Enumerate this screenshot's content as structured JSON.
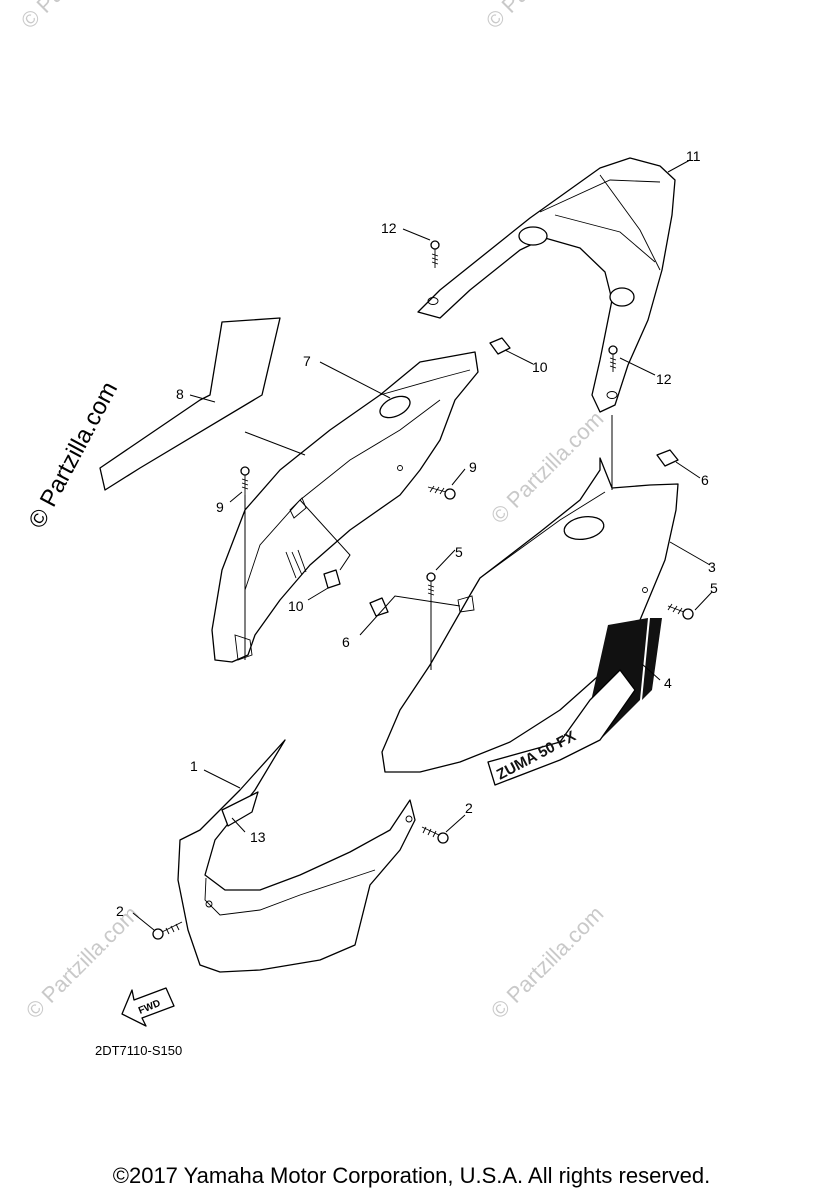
{
  "callouts": [
    {
      "id": "1",
      "label": "1"
    },
    {
      "id": "2a",
      "label": "2"
    },
    {
      "id": "2b",
      "label": "2"
    },
    {
      "id": "3",
      "label": "3"
    },
    {
      "id": "4",
      "label": "4"
    },
    {
      "id": "5a",
      "label": "5"
    },
    {
      "id": "5b",
      "label": "5"
    },
    {
      "id": "6a",
      "label": "6"
    },
    {
      "id": "6b",
      "label": "6"
    },
    {
      "id": "7",
      "label": "7"
    },
    {
      "id": "8",
      "label": "8"
    },
    {
      "id": "9a",
      "label": "9"
    },
    {
      "id": "9b",
      "label": "9"
    },
    {
      "id": "10a",
      "label": "10"
    },
    {
      "id": "10b",
      "label": "10"
    },
    {
      "id": "11",
      "label": "11"
    },
    {
      "id": "12a",
      "label": "12"
    },
    {
      "id": "12b",
      "label": "12"
    },
    {
      "id": "13",
      "label": "13"
    }
  ],
  "direction_arrow": "FWD",
  "decal_text": "ZUMA 50 FX",
  "diagram_code": "2DT7110-S150",
  "copyright": "©2017  Yamaha Motor Corporation, U.S.A. All rights reserved.",
  "watermark": "© Partzilla.com"
}
